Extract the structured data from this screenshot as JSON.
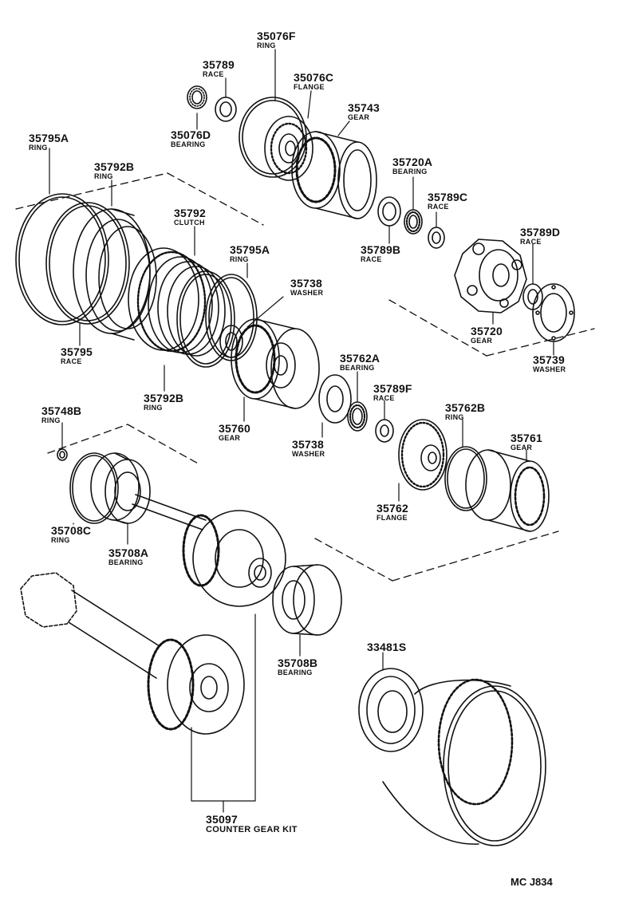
{
  "parts": [
    {
      "id": "p-35076F",
      "part_no": "35076F",
      "name": "RING"
    },
    {
      "id": "p-35789",
      "part_no": "35789",
      "name": "RACE"
    },
    {
      "id": "p-35076C",
      "part_no": "35076C",
      "name": "FLANGE"
    },
    {
      "id": "p-35743",
      "part_no": "35743",
      "name": "GEAR"
    },
    {
      "id": "p-35076D",
      "part_no": "35076D",
      "name": "BEARING"
    },
    {
      "id": "p-35795A-top",
      "part_no": "35795A",
      "name": "RING"
    },
    {
      "id": "p-35792B-top",
      "part_no": "35792B",
      "name": "RING"
    },
    {
      "id": "p-35720A",
      "part_no": "35720A",
      "name": "BEARING"
    },
    {
      "id": "p-35789C",
      "part_no": "35789C",
      "name": "RACE"
    },
    {
      "id": "p-35792",
      "part_no": "35792",
      "name": "CLUTCH"
    },
    {
      "id": "p-35789D",
      "part_no": "35789D",
      "name": "RACE"
    },
    {
      "id": "p-35795A-mid",
      "part_no": "35795A",
      "name": "RING"
    },
    {
      "id": "p-35789B",
      "part_no": "35789B",
      "name": "RACE"
    },
    {
      "id": "p-35738-top",
      "part_no": "35738",
      "name": "WASHER"
    },
    {
      "id": "p-35720",
      "part_no": "35720",
      "name": "GEAR"
    },
    {
      "id": "p-35795",
      "part_no": "35795",
      "name": "RACE"
    },
    {
      "id": "p-35739",
      "part_no": "35739",
      "name": "WASHER"
    },
    {
      "id": "p-35762A",
      "part_no": "35762A",
      "name": "BEARING"
    },
    {
      "id": "p-35789F",
      "part_no": "35789F",
      "name": "RACE"
    },
    {
      "id": "p-35792B-bot",
      "part_no": "35792B",
      "name": "RING"
    },
    {
      "id": "p-35748B",
      "part_no": "35748B",
      "name": "RING"
    },
    {
      "id": "p-35762B",
      "part_no": "35762B",
      "name": "RING"
    },
    {
      "id": "p-35760",
      "part_no": "35760",
      "name": "GEAR"
    },
    {
      "id": "p-35761",
      "part_no": "35761",
      "name": "GEAR"
    },
    {
      "id": "p-35738-bot",
      "part_no": "35738",
      "name": "WASHER"
    },
    {
      "id": "p-35762",
      "part_no": "35762",
      "name": "FLANGE"
    },
    {
      "id": "p-35708C",
      "part_no": "35708C",
      "name": "RING"
    },
    {
      "id": "p-35708A",
      "part_no": "35708A",
      "name": "BEARING"
    },
    {
      "id": "p-35708B",
      "part_no": "35708B",
      "name": "BEARING"
    },
    {
      "id": "p-33481S",
      "part_no": "33481S",
      "name": ""
    },
    {
      "id": "p-35097",
      "part_no": "35097",
      "name": "COUNTER GEAR KIT"
    }
  ],
  "diagram_code": "MC  J834"
}
